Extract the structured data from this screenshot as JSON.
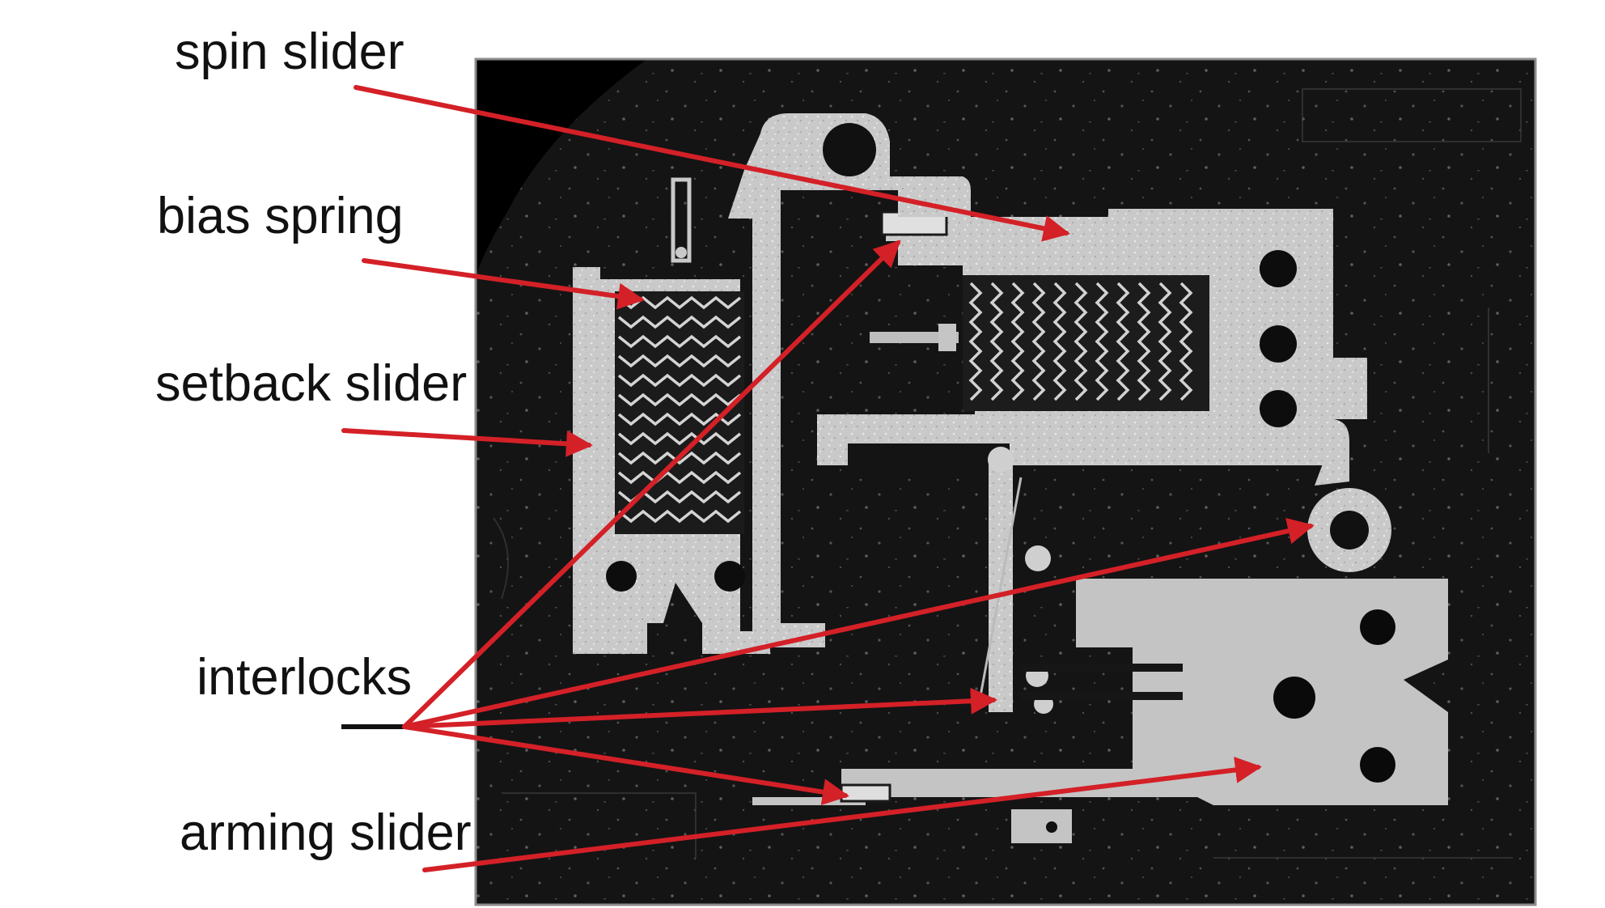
{
  "labels": {
    "spin_slider": "spin slider",
    "bias_spring": "bias spring",
    "setback_slider": "setback slider",
    "interlocks": "interlocks",
    "arming_slider": "arming slider"
  },
  "colors": {
    "arrow": "#d42027",
    "photo_background": "#141414",
    "part_metal": "#c9c9c9",
    "part_metal_light": "#d7d7d7",
    "label_text": "#111111"
  },
  "icons": {
    "arrowhead": "arrowhead-icon"
  }
}
